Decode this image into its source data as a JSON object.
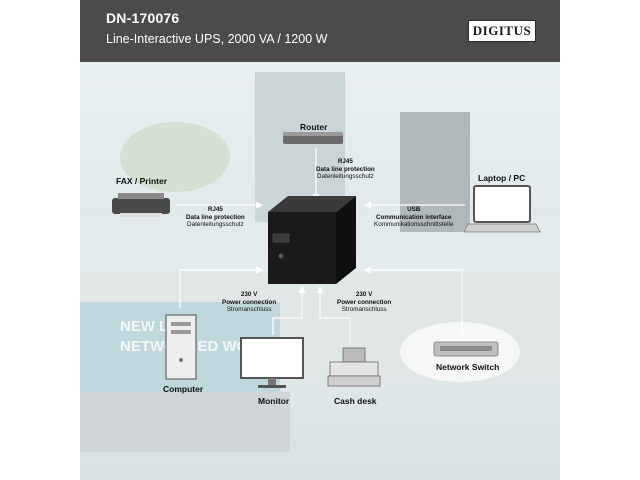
{
  "header": {
    "title": "DN-170076",
    "subtitle": "Line-Interactive UPS, 2000 VA / 1200 W",
    "logo": "DIGITUS"
  },
  "devices": {
    "router": "Router",
    "fax": "FAX / Printer",
    "laptop": "Laptop / PC",
    "computer": "Computer",
    "monitor": "Monitor",
    "cash_desk": "Cash desk",
    "network_switch": "Network Switch"
  },
  "connections": {
    "rj45_router": {
      "line1": "RJ45",
      "line2": "Data line protection",
      "line3": "Datenleitungsschutz"
    },
    "rj45_fax": {
      "line1": "RJ45",
      "line2": "Data line protection",
      "line3": "Datenleitungsschutz"
    },
    "usb": {
      "line1": "USB",
      "line2": "Communication interface",
      "line3": "Kommunikationsschnittstelle"
    },
    "power_left": {
      "line1": "230 V",
      "line2": "Power connection",
      "line3": "Stromanschluss"
    },
    "power_right": {
      "line1": "230 V",
      "line2": "Power connection",
      "line3": "Stromanschluss"
    }
  },
  "background_text": {
    "line1": "NEW LIVE",
    "line2": "NETWORKED WO"
  },
  "colors": {
    "header_bg": "#4b4b4b",
    "arrow": "#ffffff",
    "ups": "#1a1a1a"
  }
}
